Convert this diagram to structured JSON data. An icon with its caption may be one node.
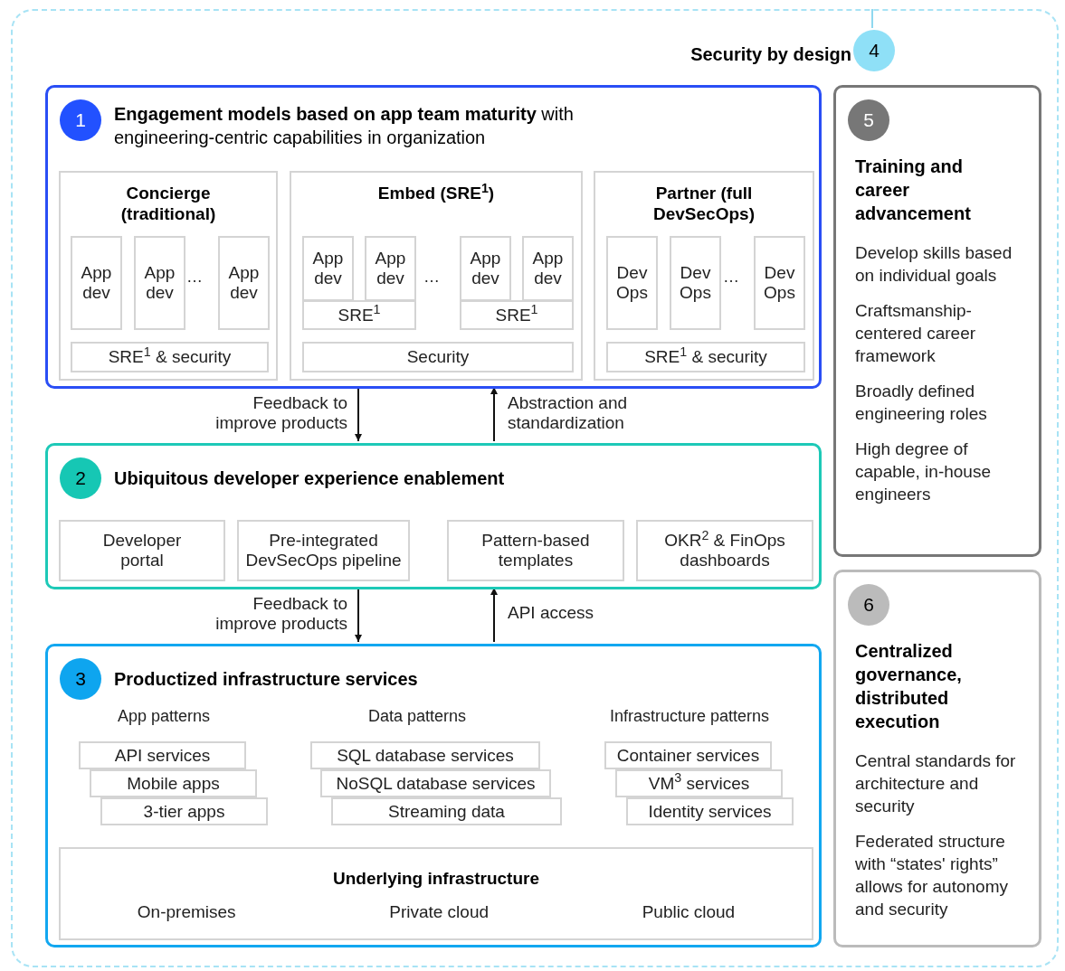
{
  "diagram": {
    "nodes": [
      {
        "text": [],
        "shape": "box"
      },
      {
        "text": [
          "4"
        ],
        "beside": [
          "Security by design"
        ],
        "in": 0
      },
      {
        "text": [
          "1",
          "**Engagement models based on app team maturity** with engineering-centric capabilities in organization"
        ],
        "in": 0
      },
      {
        "text": [
          "Concierge (traditional)"
        ],
        "in": 2
      },
      {
        "text": [
          "App dev"
        ],
        "in": 3
      },
      {
        "text": [
          "App dev"
        ],
        "in": 3
      },
      {
        "text": [
          "App dev"
        ],
        "in": 3
      },
      {
        "text": [
          "SRE$^{1}$ & security"
        ],
        "in": 3
      },
      {
        "text": [
          "Embed (SRE$^{1}$)"
        ],
        "in": 2
      },
      {
        "text": [
          "App dev"
        ],
        "in": 8
      },
      {
        "text": [
          "App dev"
        ],
        "in": 8
      },
      {
        "text": [
          "SRE$^{1}$"
        ],
        "in": 8
      },
      {
        "text": [
          "App dev"
        ],
        "in": 8
      },
      {
        "text": [
          "App dev"
        ],
        "in": 8
      },
      {
        "text": [
          "SRE$^{1}$"
        ],
        "in": 8
      },
      {
        "text": [
          "Security"
        ],
        "in": 8
      },
      {
        "text": [
          "Partner (full DevSecOps)"
        ],
        "in": 2
      },
      {
        "text": [
          "Dev Ops"
        ],
        "in": 16
      },
      {
        "text": [
          "Dev Ops"
        ],
        "in": 16
      },
      {
        "text": [
          "Dev Ops"
        ],
        "in": 16
      },
      {
        "text": [
          "SRE$^{1}$ & security"
        ],
        "in": 16
      },
      {
        "text": [
          "2",
          "Ubiquitous developer experience enablement"
        ],
        "in": 0
      },
      {
        "text": [
          "Developer portal"
        ],
        "in": 21
      },
      {
        "text": [
          "Pre-integrated DevSecOps pipeline"
        ],
        "in": 21
      },
      {
        "text": [
          "Pattern-based templates"
        ],
        "in": 21
      },
      {
        "text": [
          "OKR$^{2}$ & FinOps dashboards"
        ],
        "in": 21
      },
      {
        "text": [
          "3",
          "Productized infrastructure services"
        ],
        "in": 0
      },
      {
        "text": [
          "API services"
        ],
        "in": 26
      },
      {
        "text": [
          "Mobile apps"
        ],
        "in": 26
      },
      {
        "text": [
          "3-tier apps"
        ],
        "in": 26
      },
      {
        "text": [
          "SQL database services"
        ],
        "in": 26
      },
      {
        "text": [
          "NoSQL database services"
        ],
        "in": 26
      },
      {
        "text": [
          "Streaming data"
        ],
        "in": 26
      },
      {
        "text": [
          "Container services"
        ],
        "in": 26
      },
      {
        "text": [
          "VM$^{3}$ services"
        ],
        "in": 26
      },
      {
        "text": [
          "Identity services"
        ],
        "in": 26
      },
      {
        "text": [
          "Underlying infrastructure",
          "On-premises",
          "Private cloud",
          "Public cloud"
        ],
        "in": 26
      },
      {
        "text": [
          "5",
          "Training and career advancement",
          "Develop skills based on individual goals",
          "Craftsmanship-centered career framework",
          "Broadly defined engineering roles",
          "High degree of capable, in-house engineers"
        ],
        "in": 0
      },
      {
        "text": [
          "6",
          "Centralized governance, distributed execution",
          "Central standards for architecture and security",
          "Federated structure with “states' rights” allows for autonomy and security"
        ],
        "in": 0
      }
    ],
    "edges": [
      {
        "from": 2,
        "to": 21,
        "arrow": "to",
        "label": "Feedback to improve products"
      },
      {
        "from": 21,
        "to": 2,
        "arrow": "to",
        "label": "Abstraction and standardization"
      },
      {
        "from": 21,
        "to": 26,
        "arrow": "to",
        "label": "Feedback to improve products"
      },
      {
        "from": 26,
        "to": 21,
        "arrow": "to",
        "label": "API access"
      },
      {
        "from": 1,
        "to": 0,
        "arrow": "none",
        "color": "#8fd8ef"
      }
    ],
    "labels": [
      "…",
      "…",
      "…",
      "App patterns",
      "Data patterns",
      "Infrastructure patterns"
    ]
  }
}
